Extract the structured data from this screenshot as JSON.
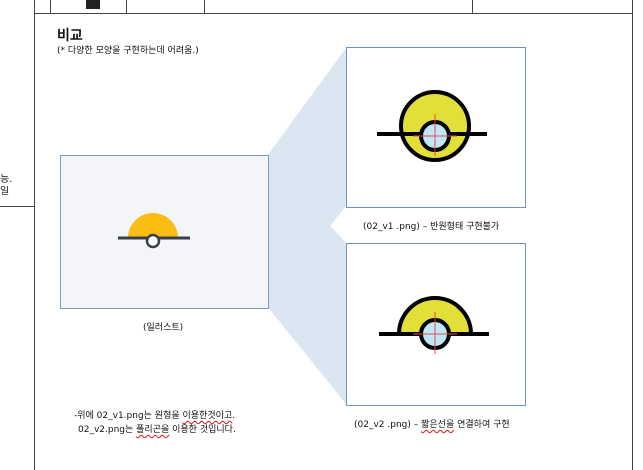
{
  "header_fragment": {
    "line1": "능.",
    "line2": "일"
  },
  "title": "비교",
  "subtitle": "(* 다양한 모양을 구현하는데 어려움.)",
  "illustrator": {
    "caption": "(일러스트)",
    "fill_color": "#fbbc13"
  },
  "v1": {
    "caption_file": "(02_v1 .png)",
    "caption_desc": " – 반원형태 구현불가",
    "fill_color": "#e2df38",
    "inner_color": "#bfe7f5"
  },
  "v2": {
    "caption_file": "(02_v2 .png)",
    "caption_desc_pre": " – ",
    "caption_underlined": "짧은선을",
    "caption_desc_post": " 연결하여 구현",
    "fill_color": "#e2df38",
    "inner_color": "#bfe7f5"
  },
  "note": {
    "line1_pre": "-위에 02_v1.png는 원형을 ",
    "line1_underlined": "이용한것이고",
    "line1_post": ".",
    "line2_pre": "02_v2.png는 ",
    "line2_underlined": "폴리곤을",
    "line2_post": " 이용한 것입니다."
  }
}
